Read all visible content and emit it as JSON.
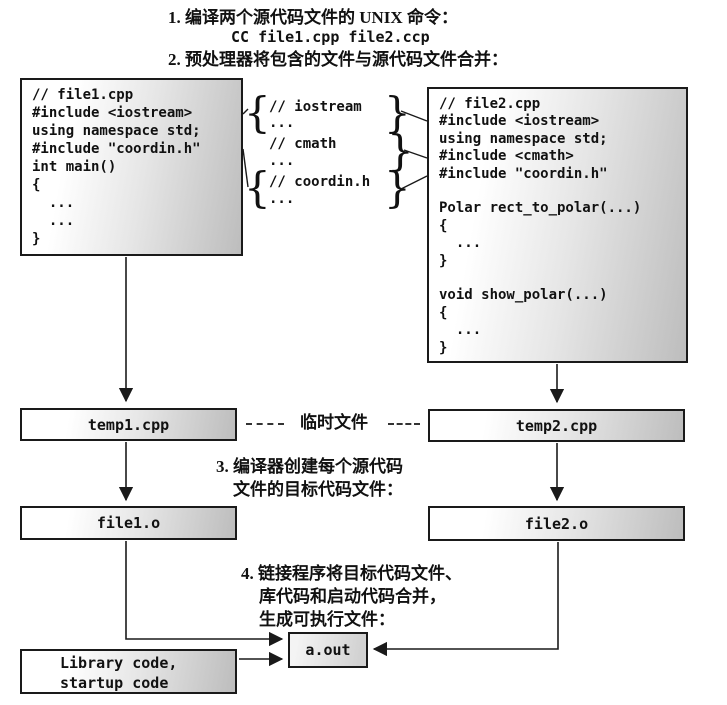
{
  "header": {
    "step1": "1. 编译两个源代码文件的 UNIX 命令：",
    "command": "CC file1.cpp file2.ccp",
    "step2": "2. 预处理器将包含的文件与源代码文件合并："
  },
  "file1_box": {
    "code": "// file1.cpp\n#include <iostream>\nusing namespace std;\n#include \"coordin.h\"\nint main()\n{\n  ...\n  ...\n}"
  },
  "file2_box": {
    "code": "// file2.cpp\n#include <iostream>\nusing namespace std;\n#include <cmath>\n#include \"coordin.h\"\n\nPolar rect_to_polar(...)\n{\n  ...\n}\n\nvoid show_polar(...)\n{\n  ...\n}"
  },
  "includes": [
    {
      "left_brace": "{",
      "comment": "// iostream",
      "dots": "...",
      "right_brace": "}"
    },
    {
      "comment": "// cmath",
      "dots": "...",
      "right_brace": "}"
    },
    {
      "left_brace": "{",
      "comment": "// coordin.h",
      "dots": "...",
      "right_brace": "}"
    }
  ],
  "temp_row": {
    "temp1": "temp1.cpp",
    "label": "临时文件",
    "temp2": "temp2.cpp"
  },
  "step3": {
    "line1": "3. 编译器创建每个源代码",
    "line2": "文件的目标代码文件："
  },
  "object_row": {
    "file1o": "file1.o",
    "file2o": "file2.o"
  },
  "step4": {
    "line1": "4. 链接程序将目标代码文件、",
    "line2": "库代码和启动代码合并，",
    "line3": "生成可执行文件："
  },
  "output_box": {
    "label": "a.out"
  },
  "library_box": {
    "code": "Library code,\nstartup code"
  },
  "colors": {
    "box_border": "#1a1a1a",
    "box_fill_light": "#ffffff",
    "box_fill_dark": "#bdbdbd",
    "line": "#1a1a1a"
  }
}
